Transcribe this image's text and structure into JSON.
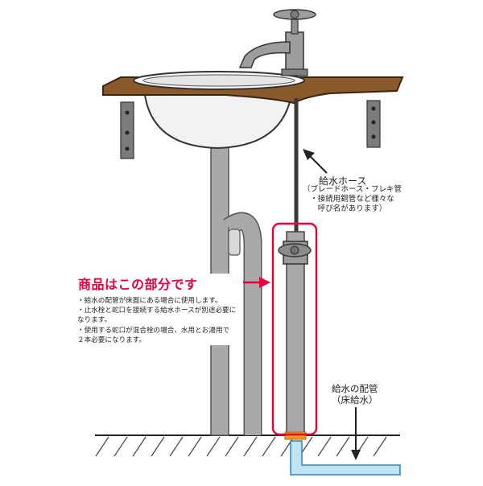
{
  "labels": {
    "hose_title": "給水ホース",
    "hose_note": [
      "（ブレードホース・フレキ管",
      "・接続用銅管など様々な",
      "呼び名があります）"
    ],
    "supply_pipe_title": "給水の配管",
    "supply_pipe_sub": "（床給水）"
  },
  "callout": {
    "title": "商品はこの部分です",
    "notes": [
      "・給水の配管が床面にある場合に使用します。",
      "・止水栓と蛇口を接続する給水ホースが別途必要に",
      "なります。",
      "・使用する蛇口が混合栓の場合、水用とお湯用で",
      "２本必要になります。"
    ]
  },
  "colors": {
    "counter_wood": "#8a5a2b",
    "pipe_gray": "#a9a9a9",
    "highlight": "#e8003d",
    "water_pipe_blue": "#bfe3f5",
    "fitting_orange": "#f39a1e"
  }
}
